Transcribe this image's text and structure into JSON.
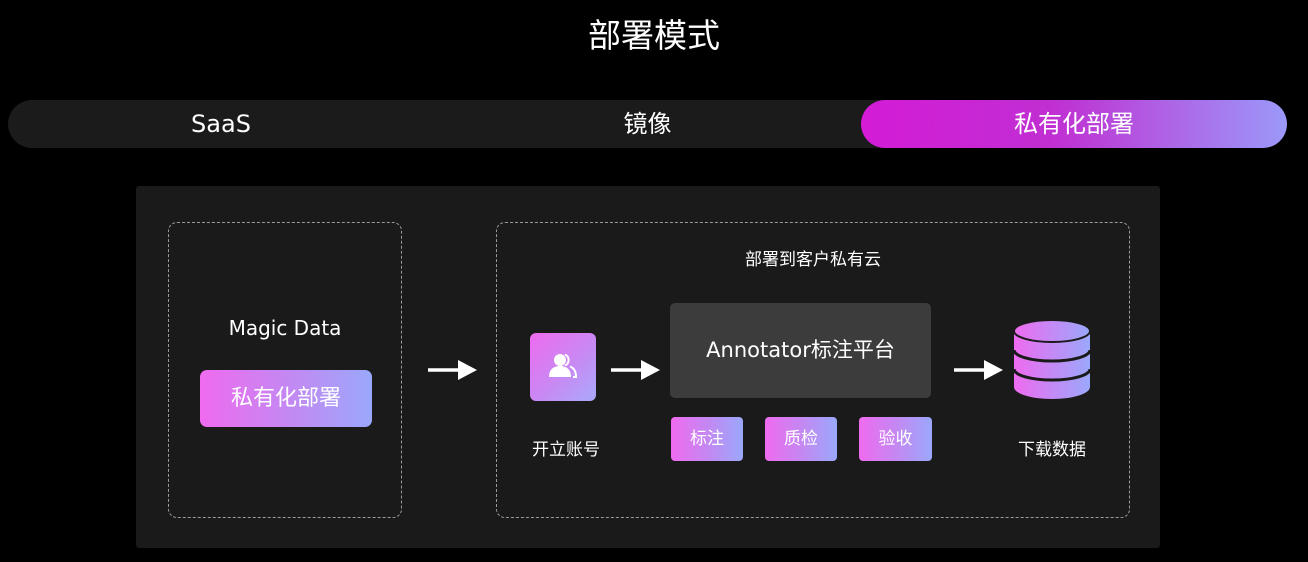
{
  "title": "部署模式",
  "tabs": [
    {
      "label": "SaaS",
      "active": false
    },
    {
      "label": "镜像",
      "active": false
    },
    {
      "label": "私有化部署",
      "active": true
    }
  ],
  "left_box": {
    "title": "Magic Data",
    "badge": "私有化部署"
  },
  "right_box": {
    "title": "部署到客户私有云",
    "account_label": "开立账号",
    "platform_label": "Annotator标注平台",
    "steps": [
      "标注",
      "质检",
      "验收"
    ],
    "download_label": "下载数据"
  },
  "icons": {
    "account": "users-icon",
    "arrow": "arrow-right-icon",
    "database": "database-icon"
  },
  "colors": {
    "accent_gradient": [
      "#d41bd6",
      "#9b99f9"
    ],
    "chip_gradient": [
      "#ef6bef",
      "#9aa8fb"
    ],
    "background": "#000000",
    "panel": "#1a1a1a"
  }
}
